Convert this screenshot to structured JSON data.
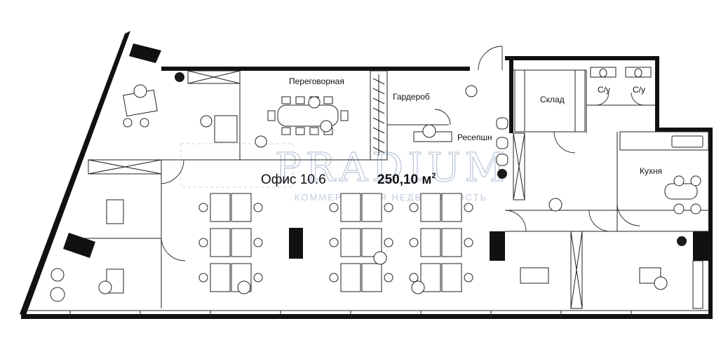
{
  "plan": {
    "office_name": "Офис 10.6",
    "area_value": "250,10 м",
    "area_unit_sup": "2",
    "rooms": {
      "meeting": "Переговорная",
      "wardrobe": "Гардероб",
      "reception": "Ресепшн",
      "storage": "Склад",
      "wc_left": "С/у",
      "wc_right": "С/у",
      "kitchen": "Кухня"
    }
  },
  "watermark": {
    "brand": "PRADIUM",
    "tagline": "КОММЕРЧЕСКАЯ НЕДВИЖИМОСТЬ",
    "color": "#b8c6d8"
  },
  "colors": {
    "walls": "#111111",
    "lines": "#222222",
    "plant": "#1a1a1a"
  }
}
